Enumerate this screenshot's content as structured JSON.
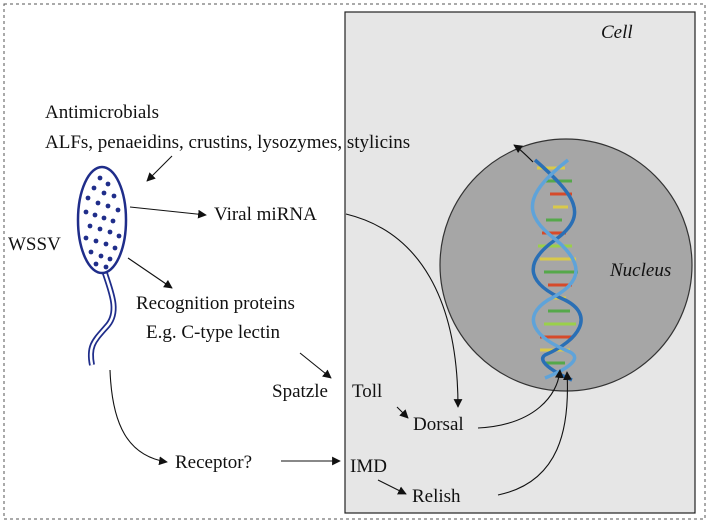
{
  "labels": {
    "cell": "Cell",
    "nucleus": "Nucleus",
    "virus": "WSSV",
    "antimicrobials_title": "Antimicrobials",
    "antimicrobials_list": "ALFs, penaeidins, crustins, lysozymes, stylicins",
    "viral_mirna": "Viral miRNA",
    "recognition_title": "Recognition proteins",
    "recognition_example": "E.g. C-type lectin",
    "spatzle": "Spatzle",
    "toll": "Toll",
    "dorsal": "Dorsal",
    "receptor": "Receptor?",
    "imd": "IMD",
    "relish": "Relish"
  },
  "colors": {
    "cell_fill": "#e6e6e6",
    "nucleus_fill": "#a6a6a6",
    "virus_stroke": "#1f2d8a",
    "dna_strand": "#2a6fb5"
  }
}
